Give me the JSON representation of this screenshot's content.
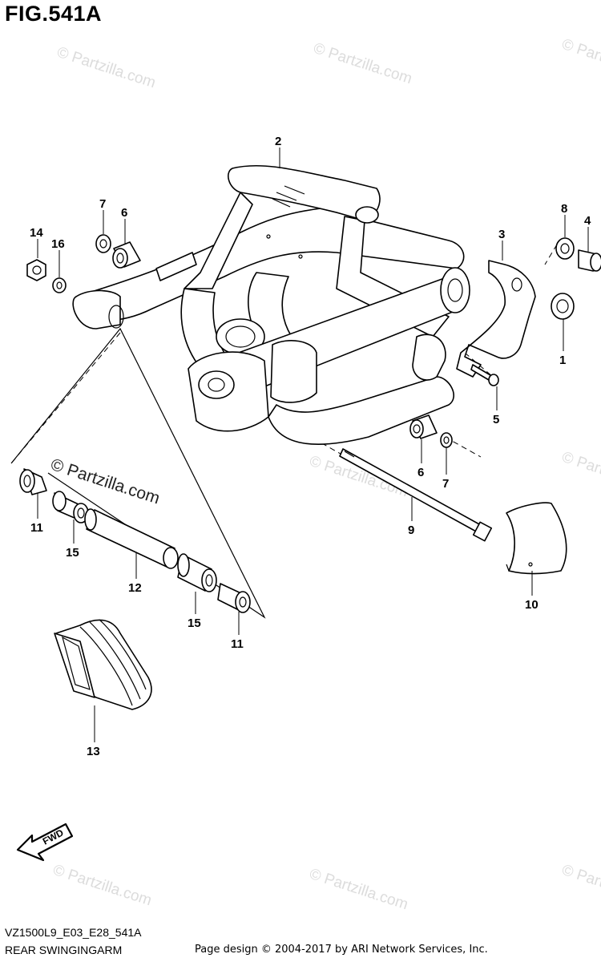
{
  "figure": {
    "title": "FIG.541A",
    "code": "VZ1500L9_E03_E28_541A",
    "section": "REAR SWINGINGARM",
    "credit": "Page design © 2004-2017 by ARI Network Services, Inc."
  },
  "watermark": {
    "text": "© Partzilla.com",
    "main_text": "© Partzilla.com"
  },
  "direction_arrow": {
    "label": "FWD"
  },
  "callouts": [
    "1",
    "2",
    "3",
    "4",
    "5",
    "6",
    "7",
    "8",
    "9",
    "10",
    "11",
    "12",
    "13",
    "14",
    "15",
    "16"
  ],
  "callout_labels": {
    "c1": "1",
    "c2": "2",
    "c3": "3",
    "c4": "4",
    "c5": "5",
    "c6a": "6",
    "c6b": "6",
    "c7a": "7",
    "c7b": "7",
    "c8": "8",
    "c9": "9",
    "c10": "10",
    "c11a": "11",
    "c11b": "11",
    "c12": "12",
    "c13": "13",
    "c14": "14",
    "c15a": "15",
    "c15b": "15",
    "c16": "16"
  },
  "colors": {
    "line": "#000000",
    "watermark": "#dcdcdc",
    "background": "#ffffff"
  }
}
